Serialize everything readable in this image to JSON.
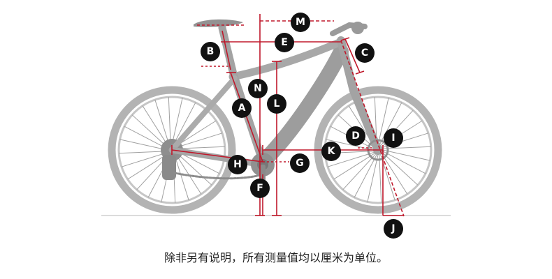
{
  "colors": {
    "frame": "#a9a9a9",
    "frame_dark": "#8e8e8e",
    "tire": "#b3b3b3",
    "spoke": "#9a9a9a",
    "measure": "#c0182b",
    "badge": "#111111",
    "ground": "#cfcfcf"
  },
  "labels": {
    "M": "M",
    "E": "E",
    "B": "B",
    "C": "C",
    "N": "N",
    "L": "L",
    "A": "A",
    "D": "D",
    "I": "I",
    "K": "K",
    "G": "G",
    "H": "H",
    "F": "F",
    "J": "J"
  },
  "caption": "除非另有说明，所有测量值均以厘米为单位。"
}
